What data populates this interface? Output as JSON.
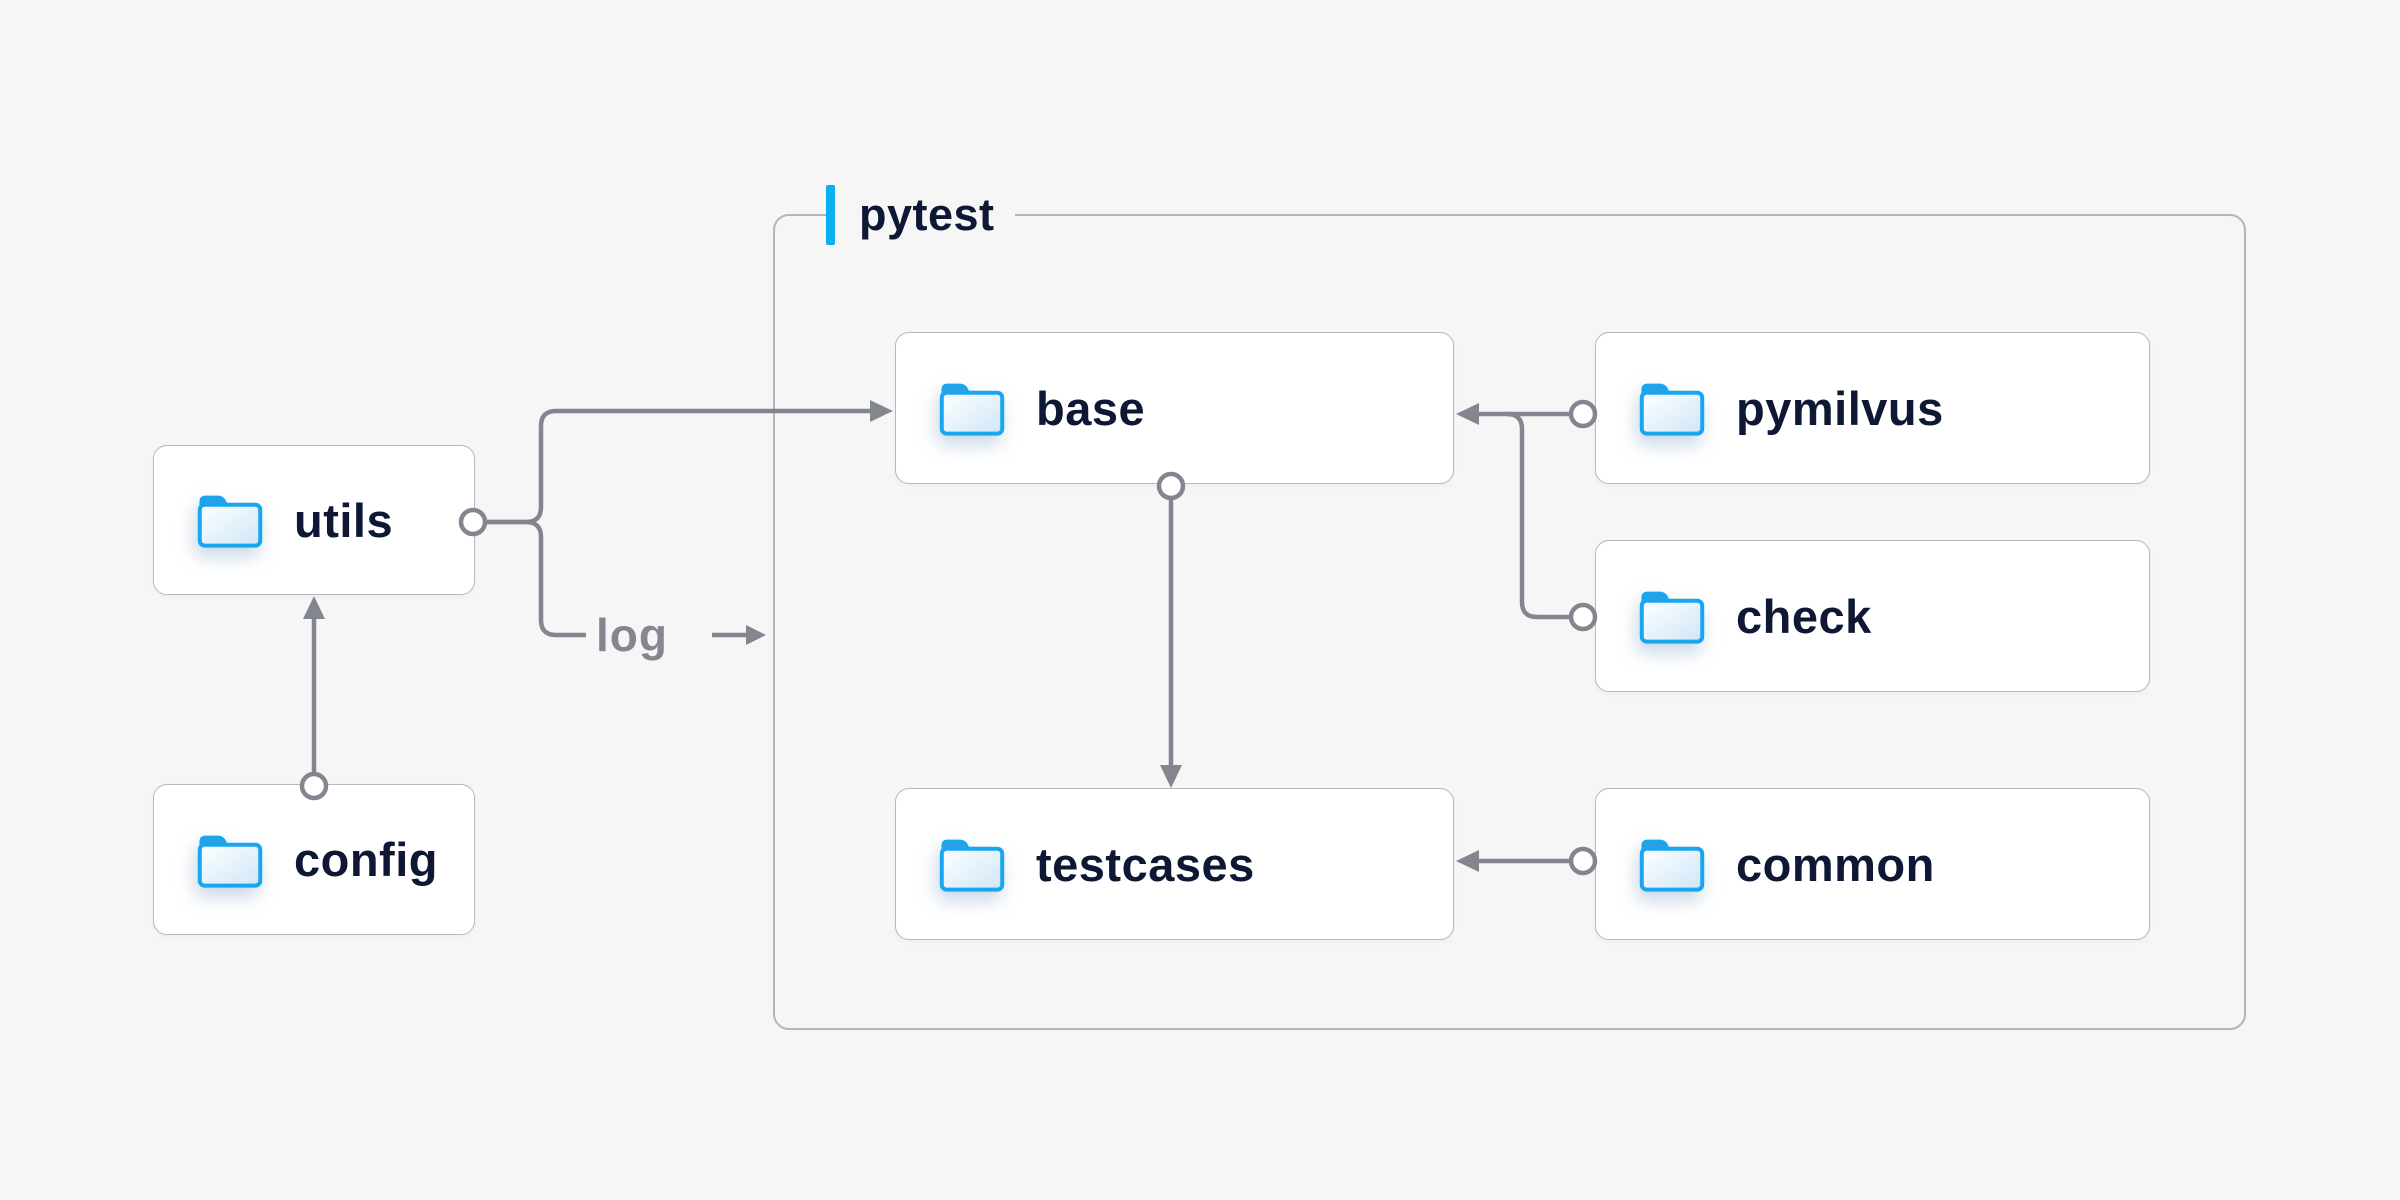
{
  "diagram": {
    "type": "folder-dependency-diagram",
    "container": {
      "label": "pytest"
    },
    "nodes": {
      "utils": {
        "label": "utils"
      },
      "config": {
        "label": "config"
      },
      "base": {
        "label": "base"
      },
      "testcases": {
        "label": "testcases"
      },
      "pymilvus": {
        "label": "pymilvus"
      },
      "check": {
        "label": "check"
      },
      "common": {
        "label": "common"
      }
    },
    "edge_label": {
      "text": "log"
    },
    "edges": [
      {
        "from": "config",
        "to": "utils",
        "style": "circle-start arrow-end"
      },
      {
        "from": "utils",
        "to": "base",
        "style": "circle-start arrow-end"
      },
      {
        "from": "utils",
        "to": "log",
        "style": "circle-start labeled arrow-end",
        "label": "log"
      },
      {
        "from": "base",
        "to": "testcases",
        "style": "circle-start arrow-end"
      },
      {
        "from": "pymilvus",
        "to": "base",
        "style": "circle-start arrow-end"
      },
      {
        "from": "check",
        "to": "base",
        "style": "circle-start merges-into-pymilvus-line"
      },
      {
        "from": "common",
        "to": "testcases",
        "style": "circle-start arrow-end"
      }
    ],
    "colors": {
      "background": "#f6f6f7",
      "node_background": "#ffffff",
      "node_border": "#b6b8c2",
      "container_border": "#b3b5c0",
      "connector_gray": "#83868f",
      "text_navy": "#0e1733",
      "accent_cyan": "#0ab1f0",
      "folder_stroke": "#18a6ef",
      "folder_tab": "#2aa0e2",
      "folder_fill_light": "#feffff",
      "folder_fill_dark": "#cfe6f7"
    }
  }
}
